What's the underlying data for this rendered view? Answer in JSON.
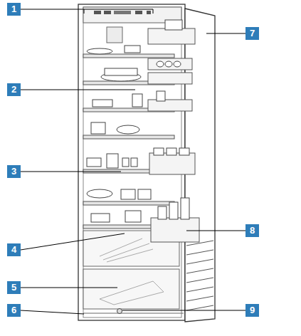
{
  "diagram": {
    "nodes": [
      {
        "text": [
          "1"
        ]
      },
      {
        "text": [
          "7"
        ]
      },
      {
        "text": [
          "2"
        ]
      },
      {
        "text": [
          "3"
        ]
      },
      {
        "text": [
          "8"
        ]
      },
      {
        "text": [
          "4"
        ]
      },
      {
        "text": [
          "5"
        ]
      },
      {
        "text": [
          "6"
        ]
      },
      {
        "text": [
          "9"
        ]
      }
    ]
  }
}
